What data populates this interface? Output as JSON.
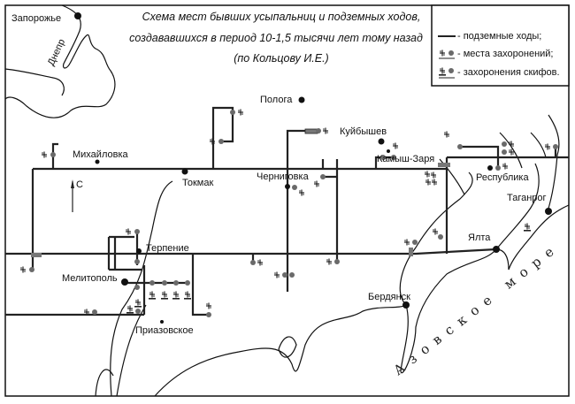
{
  "title": {
    "line1": "Схема мест бывших усыпальниц и подземных ходов,",
    "line2": "создававшихся в период 10-1,5 тысячи лет тому назад",
    "line3": "(по Кольцову И.Е.)"
  },
  "legend": {
    "tunnels": "- подземные ходы;",
    "burials": "- места захоронений;",
    "scythian": "- захоронения скифов."
  },
  "map": {
    "river": "Днепр",
    "sea": "Азовское море",
    "north": "С",
    "towns": {
      "zaporozhye": "Запорожье",
      "pologa": "Полога",
      "kuibyshev": "Куйбышев",
      "kamysh_zarya": "Камыш-Заря",
      "mikhailovka": "Михайловка",
      "tokmak": "Токмак",
      "chernigovka": "Черниговка",
      "respublika": "Республика",
      "taganrog": "Таганрог",
      "yalta": "Ялта",
      "terpenie": "Терпение",
      "melitopol": "Мелитополь",
      "priazovskoe": "Приазовское",
      "berdyansk": "Бердянск"
    }
  }
}
